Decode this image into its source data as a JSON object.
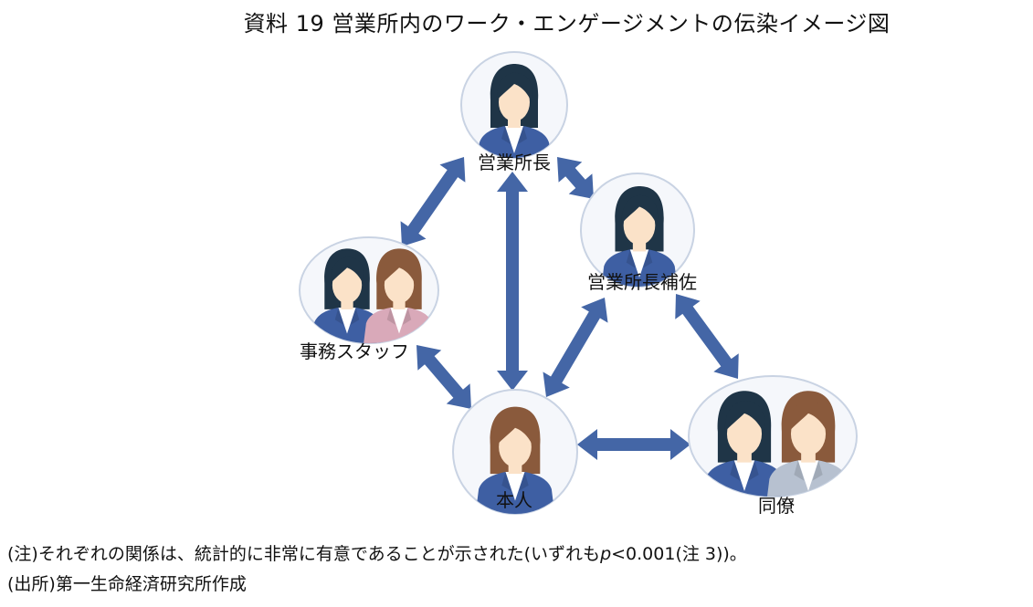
{
  "title": "資料 19  営業所内のワーク・エンゲージメントの伝染イメージ図",
  "colors": {
    "arrow": "#4466a6",
    "circle_stroke": "#c9d3e3",
    "circle_fill": "#f5f7fb",
    "suit_blue": "#3e5fa3",
    "suit_pink": "#d9a9b9",
    "suit_gray": "#b7c1d0",
    "hair_dark": "#1f3547",
    "hair_brown": "#8a5a3c",
    "skin": "#fbe2c8"
  },
  "nodes": [
    {
      "id": "manager",
      "label": "営業所長",
      "people": [
        "dark-blue"
      ]
    },
    {
      "id": "assistant-manager",
      "label": "営業所長補佐",
      "people": [
        "dark-blue"
      ]
    },
    {
      "id": "office-staff",
      "label": "事務スタッフ",
      "people": [
        "dark-blue",
        "brown-pink"
      ]
    },
    {
      "id": "self",
      "label": "本人",
      "people": [
        "brown-blue"
      ]
    },
    {
      "id": "colleagues",
      "label": "同僚",
      "people": [
        "dark-blue",
        "brown-gray"
      ]
    }
  ],
  "edges": [
    {
      "from": "manager",
      "to": "office-staff",
      "direction": "both"
    },
    {
      "from": "manager",
      "to": "self",
      "direction": "both"
    },
    {
      "from": "manager",
      "to": "assistant-manager",
      "direction": "both"
    },
    {
      "from": "assistant-manager",
      "to": "self",
      "direction": "both"
    },
    {
      "from": "assistant-manager",
      "to": "colleagues",
      "direction": "both"
    },
    {
      "from": "office-staff",
      "to": "self",
      "direction": "both"
    },
    {
      "from": "self",
      "to": "colleagues",
      "direction": "both"
    }
  ],
  "notes": {
    "note_prefix": "(注)それぞれの関係は、統計的に非常に有意であることが示された(いずれも",
    "p_symbol": "p",
    "note_suffix": "<0.001(注 3))。",
    "source": "(出所)第一生命経済研究所作成"
  }
}
